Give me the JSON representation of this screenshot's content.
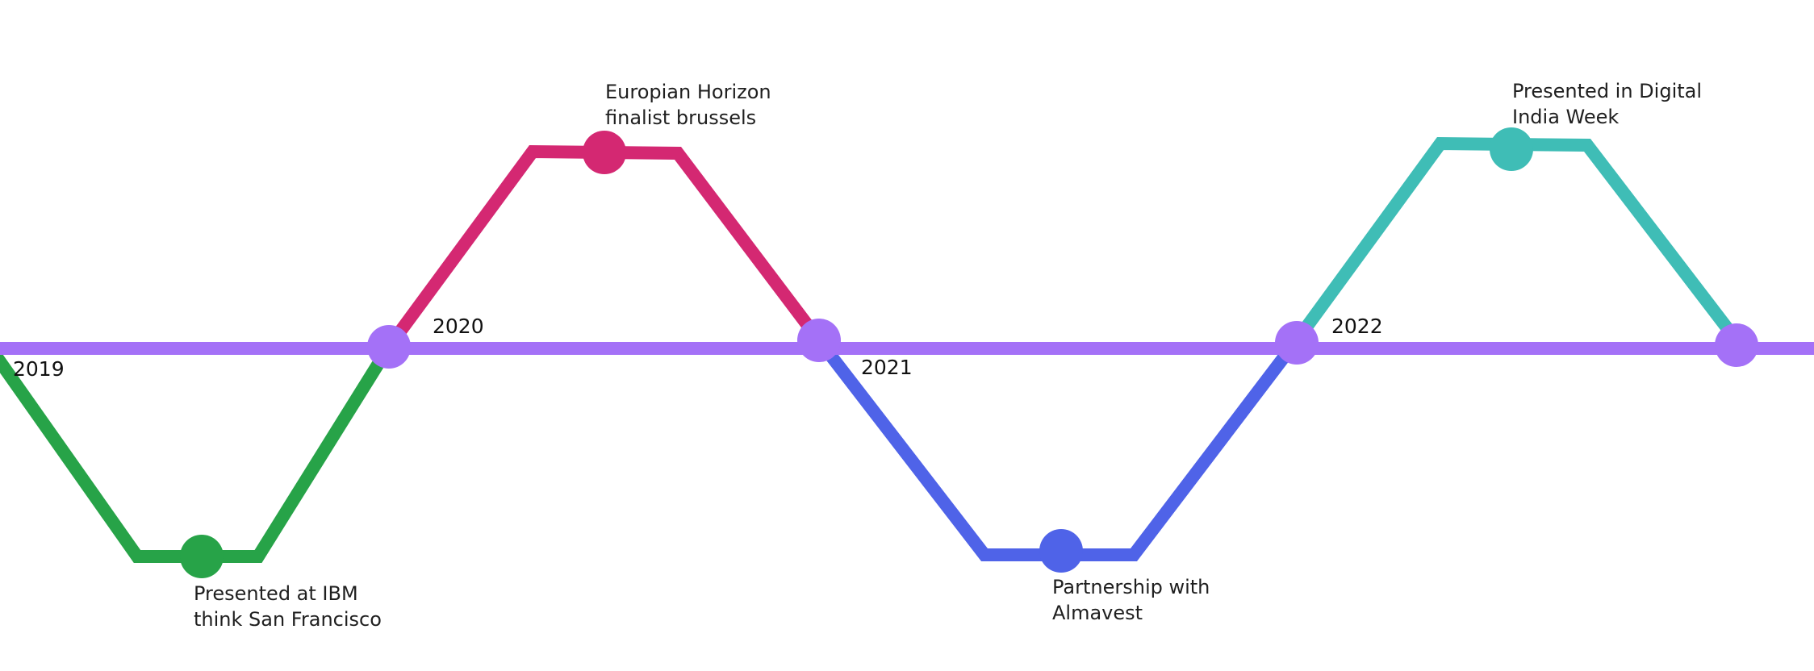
{
  "timeline": {
    "colors": {
      "main_line": "#a471f7",
      "year_node": "#a471f7",
      "ibm_branch": "#27a348",
      "horizon_branch": "#d42872",
      "almavest_branch": "#4f63e8",
      "india_branch": "#3fbdb6"
    },
    "years": [
      {
        "label": "2019"
      },
      {
        "label": "2020"
      },
      {
        "label": "2021"
      },
      {
        "label": "2022"
      }
    ],
    "events": {
      "ibm": {
        "line1": "Presented at IBM",
        "line2": "think San Francisco"
      },
      "horizon": {
        "line1": "Europian Horizon",
        "line2": "finalist brussels"
      },
      "almavest": {
        "line1": "Partnership with",
        "line2": "Almavest"
      },
      "india": {
        "line1": "Presented in Digital",
        "line2": "India Week"
      }
    }
  }
}
